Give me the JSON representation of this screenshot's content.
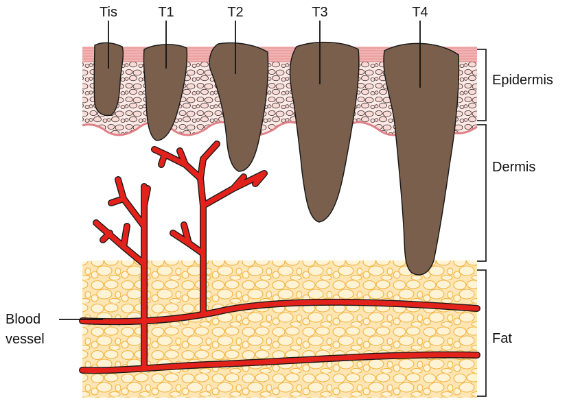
{
  "stages": [
    "Tis",
    "T1",
    "T2",
    "T3",
    "T4"
  ],
  "layers": {
    "epidermis": "Epidermis",
    "dermis": "Dermis",
    "fat": "Fat"
  },
  "vessel_label": {
    "line1": "Blood",
    "line2": "vessel"
  },
  "colors": {
    "tumor": "#7a604c",
    "vessel": "#e3231b",
    "epidermis_top": "#f2b9b9",
    "epidermis_cells": "#f9e2df",
    "fat_fill": "#fde6b4",
    "fat_outline": "#f4b43a"
  }
}
